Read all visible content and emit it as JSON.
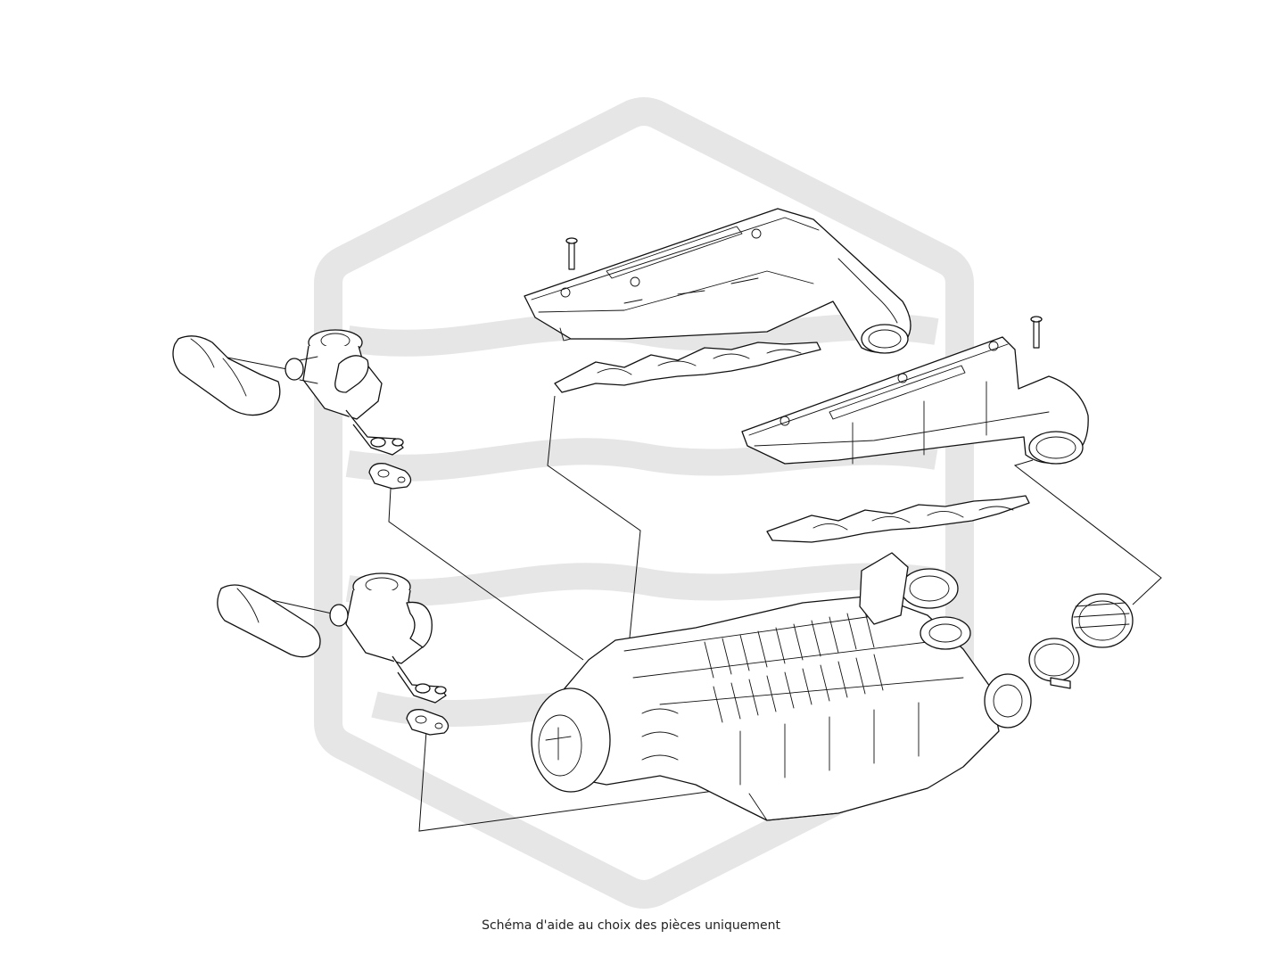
{
  "caption": "Schéma d'aide au choix des pièces uniquement",
  "colors": {
    "background": "#ffffff",
    "line_art": "#111111",
    "watermark": "#e6e6e6",
    "caption_text": "#222222"
  },
  "watermark": {
    "shape": "rounded-hexagon-logo"
  },
  "parts": [
    "left-intake-cover",
    "right-intake-cover",
    "left-manifold-gasket",
    "right-manifold-gasket",
    "upper-air-valve",
    "lower-air-valve",
    "upper-valve-hose",
    "lower-valve-hose",
    "upper-valve-gasket",
    "lower-valve-gasket",
    "supercharger-assembly",
    "coupling-sleeve",
    "hose-clamp",
    "cover-bolt-left",
    "cover-bolt-right"
  ]
}
